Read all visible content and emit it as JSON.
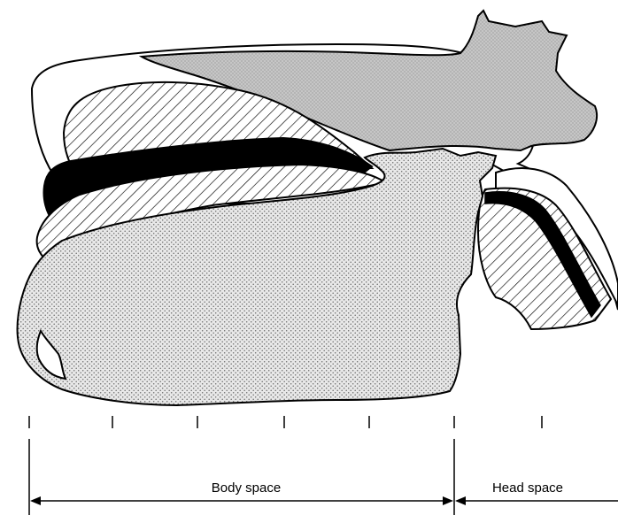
{
  "figure": {
    "labels": {
      "body_space": "Body space",
      "head_space": "Head space"
    },
    "tick_marks": {
      "count": 7
    },
    "colors": {
      "outline": "#000000",
      "standing_cow_fill": "#c8c8c8",
      "lying_cow_fill": "#e6e6e6",
      "band_fill": "#000000",
      "background": "#ffffff"
    },
    "patterns": [
      "white-outline",
      "diagonal-hatching",
      "solid-black-band",
      "fine-dot-stipple"
    ]
  }
}
